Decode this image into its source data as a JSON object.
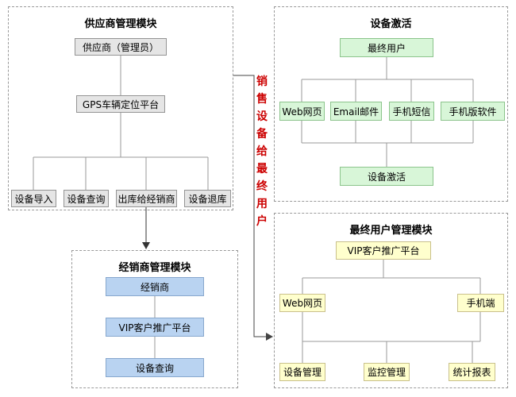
{
  "supplier": {
    "title": "供应商管理模块",
    "admin": "供应商（管理员）",
    "gps": "GPS车辆定位平台",
    "leaves": [
      "设备导入",
      "设备查询",
      "出库给经销商",
      "设备退库"
    ]
  },
  "dealer": {
    "title": "经销商管理模块",
    "nodes": [
      "经销商",
      "VIP客户推广平台",
      "设备查询"
    ]
  },
  "activation": {
    "title": "设备激活",
    "root": "最终用户",
    "channels": [
      "Web网页",
      "Email邮件",
      "手机短信",
      "手机版软件"
    ],
    "result": "设备激活"
  },
  "enduser": {
    "title": "最终用户管理模块",
    "root": "VIP客户推广平台",
    "mid": [
      "Web网页",
      "手机端"
    ],
    "leaves": [
      "设备管理",
      "监控管理",
      "统计报表"
    ]
  },
  "flow": {
    "label": "销售设备给最终用户"
  },
  "colors": {
    "supplier_node_fill": "#e5e5e5",
    "dealer_node_fill": "#b9d3f1",
    "activation_node_fill": "#d8f6d8",
    "enduser_node_fill": "#ffffcd",
    "flow_text": "#cc0000",
    "connector": "#999999"
  }
}
